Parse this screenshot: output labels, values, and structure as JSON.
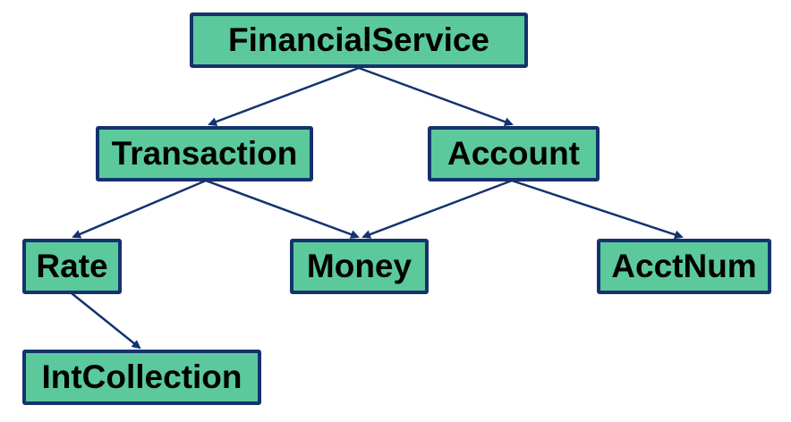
{
  "colors": {
    "fill": "#5bc99c",
    "border": "#15326e",
    "arrow": "#15326e"
  },
  "nodes": {
    "financial_service": "FinancialService",
    "transaction": "Transaction",
    "account": "Account",
    "rate": "Rate",
    "money": "Money",
    "acct_num": "AcctNum",
    "int_collection": "IntCollection"
  },
  "edges": [
    {
      "from": "FinancialService",
      "to": "Transaction"
    },
    {
      "from": "FinancialService",
      "to": "Account"
    },
    {
      "from": "Transaction",
      "to": "Rate"
    },
    {
      "from": "Transaction",
      "to": "Money"
    },
    {
      "from": "Account",
      "to": "Money"
    },
    {
      "from": "Account",
      "to": "AcctNum"
    },
    {
      "from": "Rate",
      "to": "IntCollection"
    }
  ]
}
